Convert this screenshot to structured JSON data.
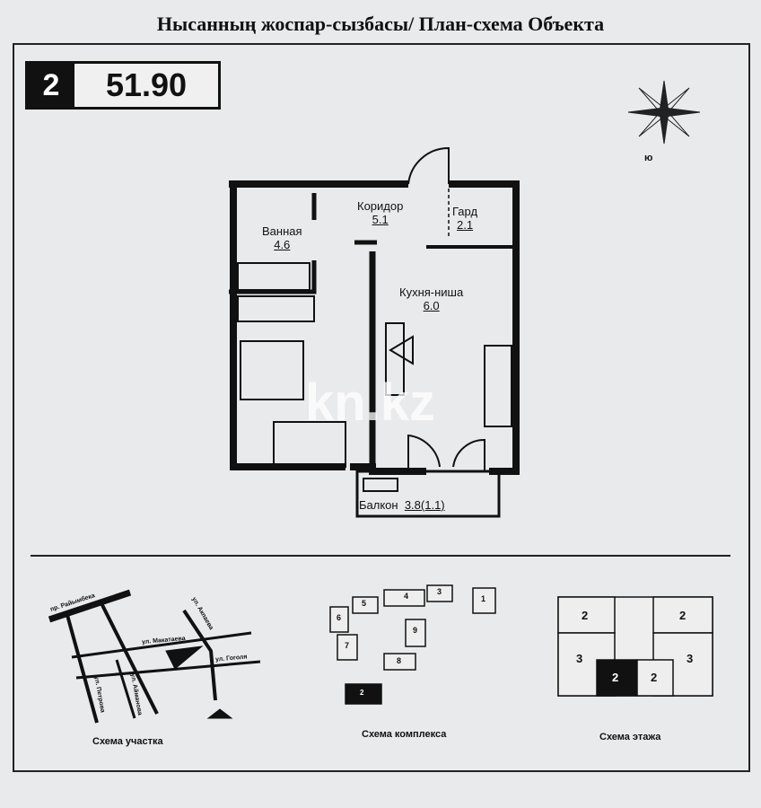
{
  "title": "Нысанның жоспар-сызбасы/ План-схема Объекта",
  "badge": {
    "rooms": "2",
    "area": "51.90"
  },
  "compass": {
    "label": "ю"
  },
  "rooms": [
    {
      "name": "Коридор",
      "area": "5.1"
    },
    {
      "name": "Гард",
      "area": "2.1"
    },
    {
      "name": "Ванная",
      "area": "4.6"
    },
    {
      "name": "Кухня-ниша",
      "area": "6.0"
    },
    {
      "name": "Балкон",
      "area": "3.8(1.1)"
    }
  ],
  "watermark": "kn.kz",
  "site_scheme": {
    "caption": "Схема участка",
    "streets": [
      "пр. Райымбека",
      "ул. Акпаева",
      "ул. Макатаева",
      "ул. Гоголя",
      "ул. Петрова",
      "ул. Айманова"
    ]
  },
  "complex_scheme": {
    "caption": "Схема комплекса",
    "blocks": [
      "1",
      "2",
      "3",
      "4",
      "5",
      "6",
      "7",
      "8",
      "9"
    ]
  },
  "floor_scheme": {
    "caption": "Схема этажа",
    "units": [
      "2",
      "2",
      "3",
      "3",
      "2",
      "2"
    ]
  }
}
